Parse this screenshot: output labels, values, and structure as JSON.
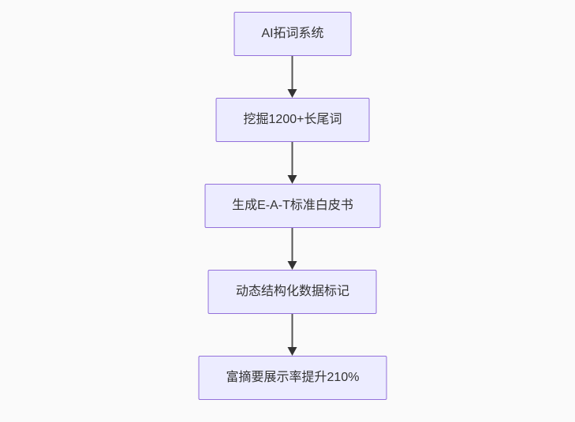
{
  "diagram": {
    "type": "flowchart",
    "direction": "top-down",
    "colors": {
      "background": "#fafafa",
      "node_fill": "#ececff",
      "node_border": "#9370db",
      "node_text": "#333333",
      "arrow_line": "#555555",
      "arrow_head": "#333333"
    },
    "nodes": [
      {
        "id": "n1",
        "label": "AI拓词系统"
      },
      {
        "id": "n2",
        "label": "挖掘1200+长尾词"
      },
      {
        "id": "n3",
        "label": "生成E-A-T标准白皮书"
      },
      {
        "id": "n4",
        "label": "动态结构化数据标记"
      },
      {
        "id": "n5",
        "label": "富摘要展示率提升210%"
      }
    ],
    "edges": [
      {
        "from": "n1",
        "to": "n2"
      },
      {
        "from": "n2",
        "to": "n3"
      },
      {
        "from": "n3",
        "to": "n4"
      },
      {
        "from": "n4",
        "to": "n5"
      }
    ]
  }
}
